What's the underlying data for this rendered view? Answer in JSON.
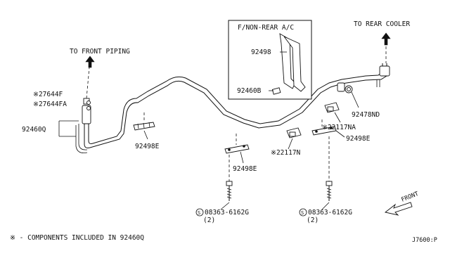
{
  "labels": {
    "to_front_piping": "TO FRONT PIPING",
    "to_rear_cooler": "TO REAR COOLER",
    "inset_title": "F/NON-REAR A/C",
    "inset_92498": "92498",
    "inset_92460b": "92460B",
    "p27644f": "※27644F",
    "p27644fa": "※27644FA",
    "p92460q": "92460Q",
    "p92498e_left": "92498E",
    "p92498e_mid": "92498E",
    "p92498e_right": "92498E",
    "p22117n": "※22117N",
    "p22117na": "※22117NA",
    "p92478nd": "92478ND",
    "bolt_left_num": "08363-6162G",
    "bolt_left_qty": "(2)",
    "bolt_right_num": "08363-6162G",
    "bolt_right_qty": "(2)",
    "front": "FRONT",
    "footnote": "※ - COMPONENTS INCLUDED IN 92460Q",
    "diagram_code": "J7600:P"
  },
  "symbols": {
    "screw_prefix": "S"
  }
}
